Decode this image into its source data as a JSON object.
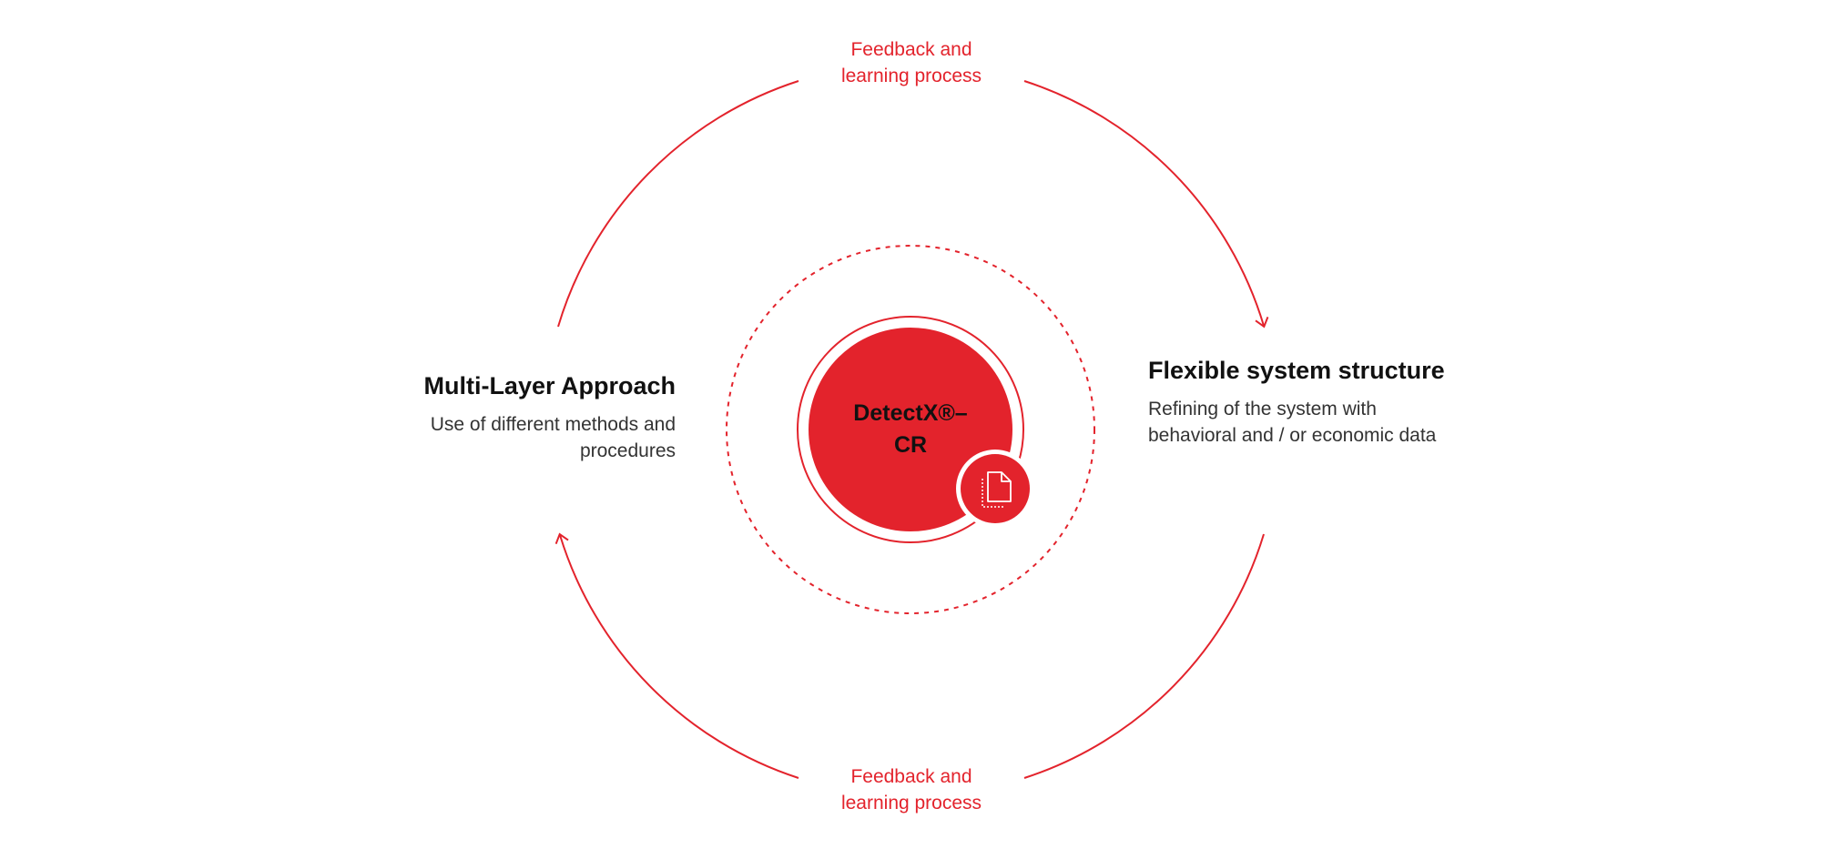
{
  "colors": {
    "accent": "#e3232c",
    "text_dark": "#111111",
    "text_body": "#333333",
    "background": "#ffffff"
  },
  "feedback_top": {
    "label": "Feedback and\nlearning process"
  },
  "feedback_bottom": {
    "label": "Feedback and\nlearning process"
  },
  "left_node": {
    "title": "Multi-Layer Approach",
    "description": "Use of different methods and procedures"
  },
  "right_node": {
    "title": "Flexible system structure",
    "description": "Refining of the system with behavioral and / or economic data"
  },
  "center_node": {
    "label": "DetectX®–\nCR",
    "icon": "document-icon"
  }
}
